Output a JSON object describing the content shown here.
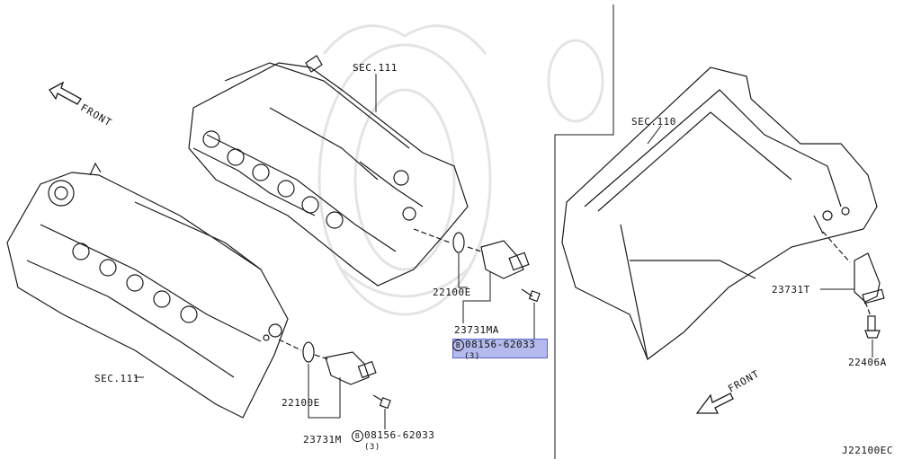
{
  "labels": {
    "sec111_top": "SEC.111",
    "sec111_left": "SEC.111",
    "sec110": "SEC.110",
    "front_left": "FRONT",
    "front_right": "FRONT",
    "p22100e_top": "22100E",
    "p23731ma": "23731MA",
    "bolt_top_code": "08156-62033",
    "bolt_top_qty": "(3)",
    "p22100e_bottom": "22100E",
    "p23731m": "23731M",
    "bolt_bottom_code": "08156-62033",
    "bolt_bottom_qty": "(3)",
    "p23731t": "23731T",
    "p22406a": "22406A",
    "diagram_id": "J22100EC",
    "bolt_symbol": "B"
  },
  "colors": {
    "line": "#1a1a1a",
    "highlight": "#7882dc",
    "watermark": "#e6e6e6"
  }
}
